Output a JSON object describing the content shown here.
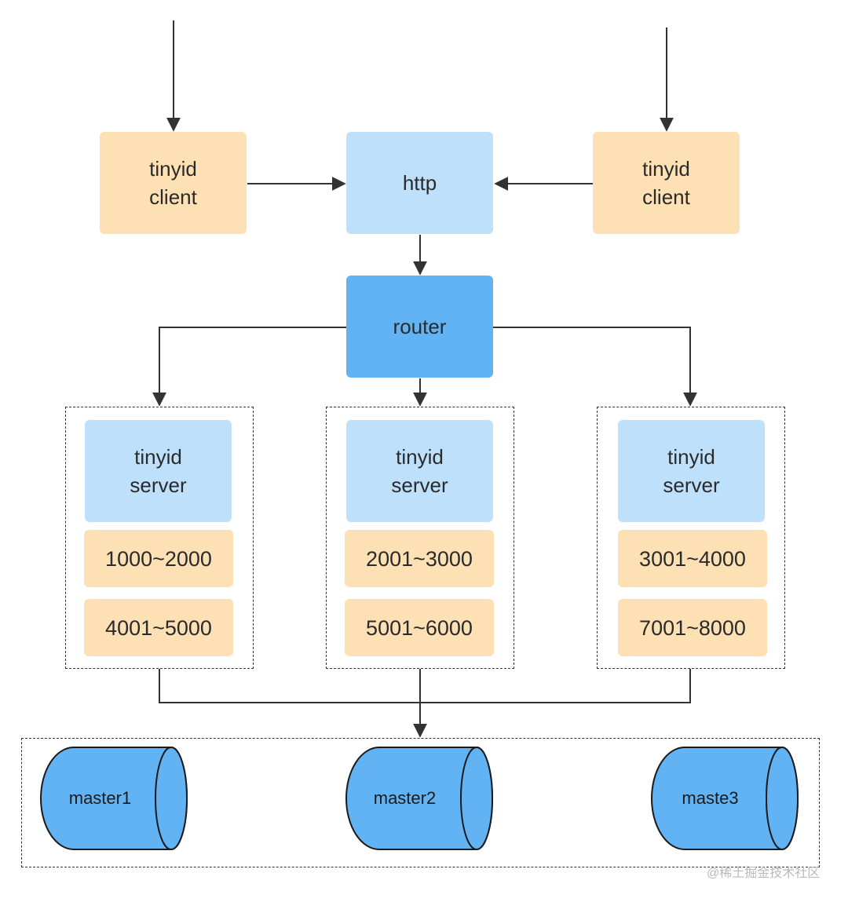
{
  "colors": {
    "client": "#fde0b3",
    "http": "#bfe0fb",
    "router": "#62b3f4",
    "server": "#bfe0fb",
    "range": "#fde0b3",
    "database": "#62b3f4",
    "line": "#333333"
  },
  "clients": [
    {
      "label": "tinyid\nclient"
    },
    {
      "label": "tinyid\nclient"
    }
  ],
  "http": {
    "label": "http"
  },
  "router": {
    "label": "router"
  },
  "servers": [
    {
      "label": "tinyid\nserver",
      "ranges": [
        "1000~2000",
        "4001~5000"
      ]
    },
    {
      "label": "tinyid\nserver",
      "ranges": [
        "2001~3000",
        "5001~6000"
      ]
    },
    {
      "label": "tinyid\nserver",
      "ranges": [
        "3001~4000",
        "7001~8000"
      ]
    }
  ],
  "databases": [
    {
      "label": "master1",
      "icon": "database-cylinder-icon"
    },
    {
      "label": "master2",
      "icon": "database-cylinder-icon"
    },
    {
      "label": "maste3",
      "icon": "database-cylinder-icon"
    }
  ],
  "watermark": "@稀土掘金技术社区"
}
